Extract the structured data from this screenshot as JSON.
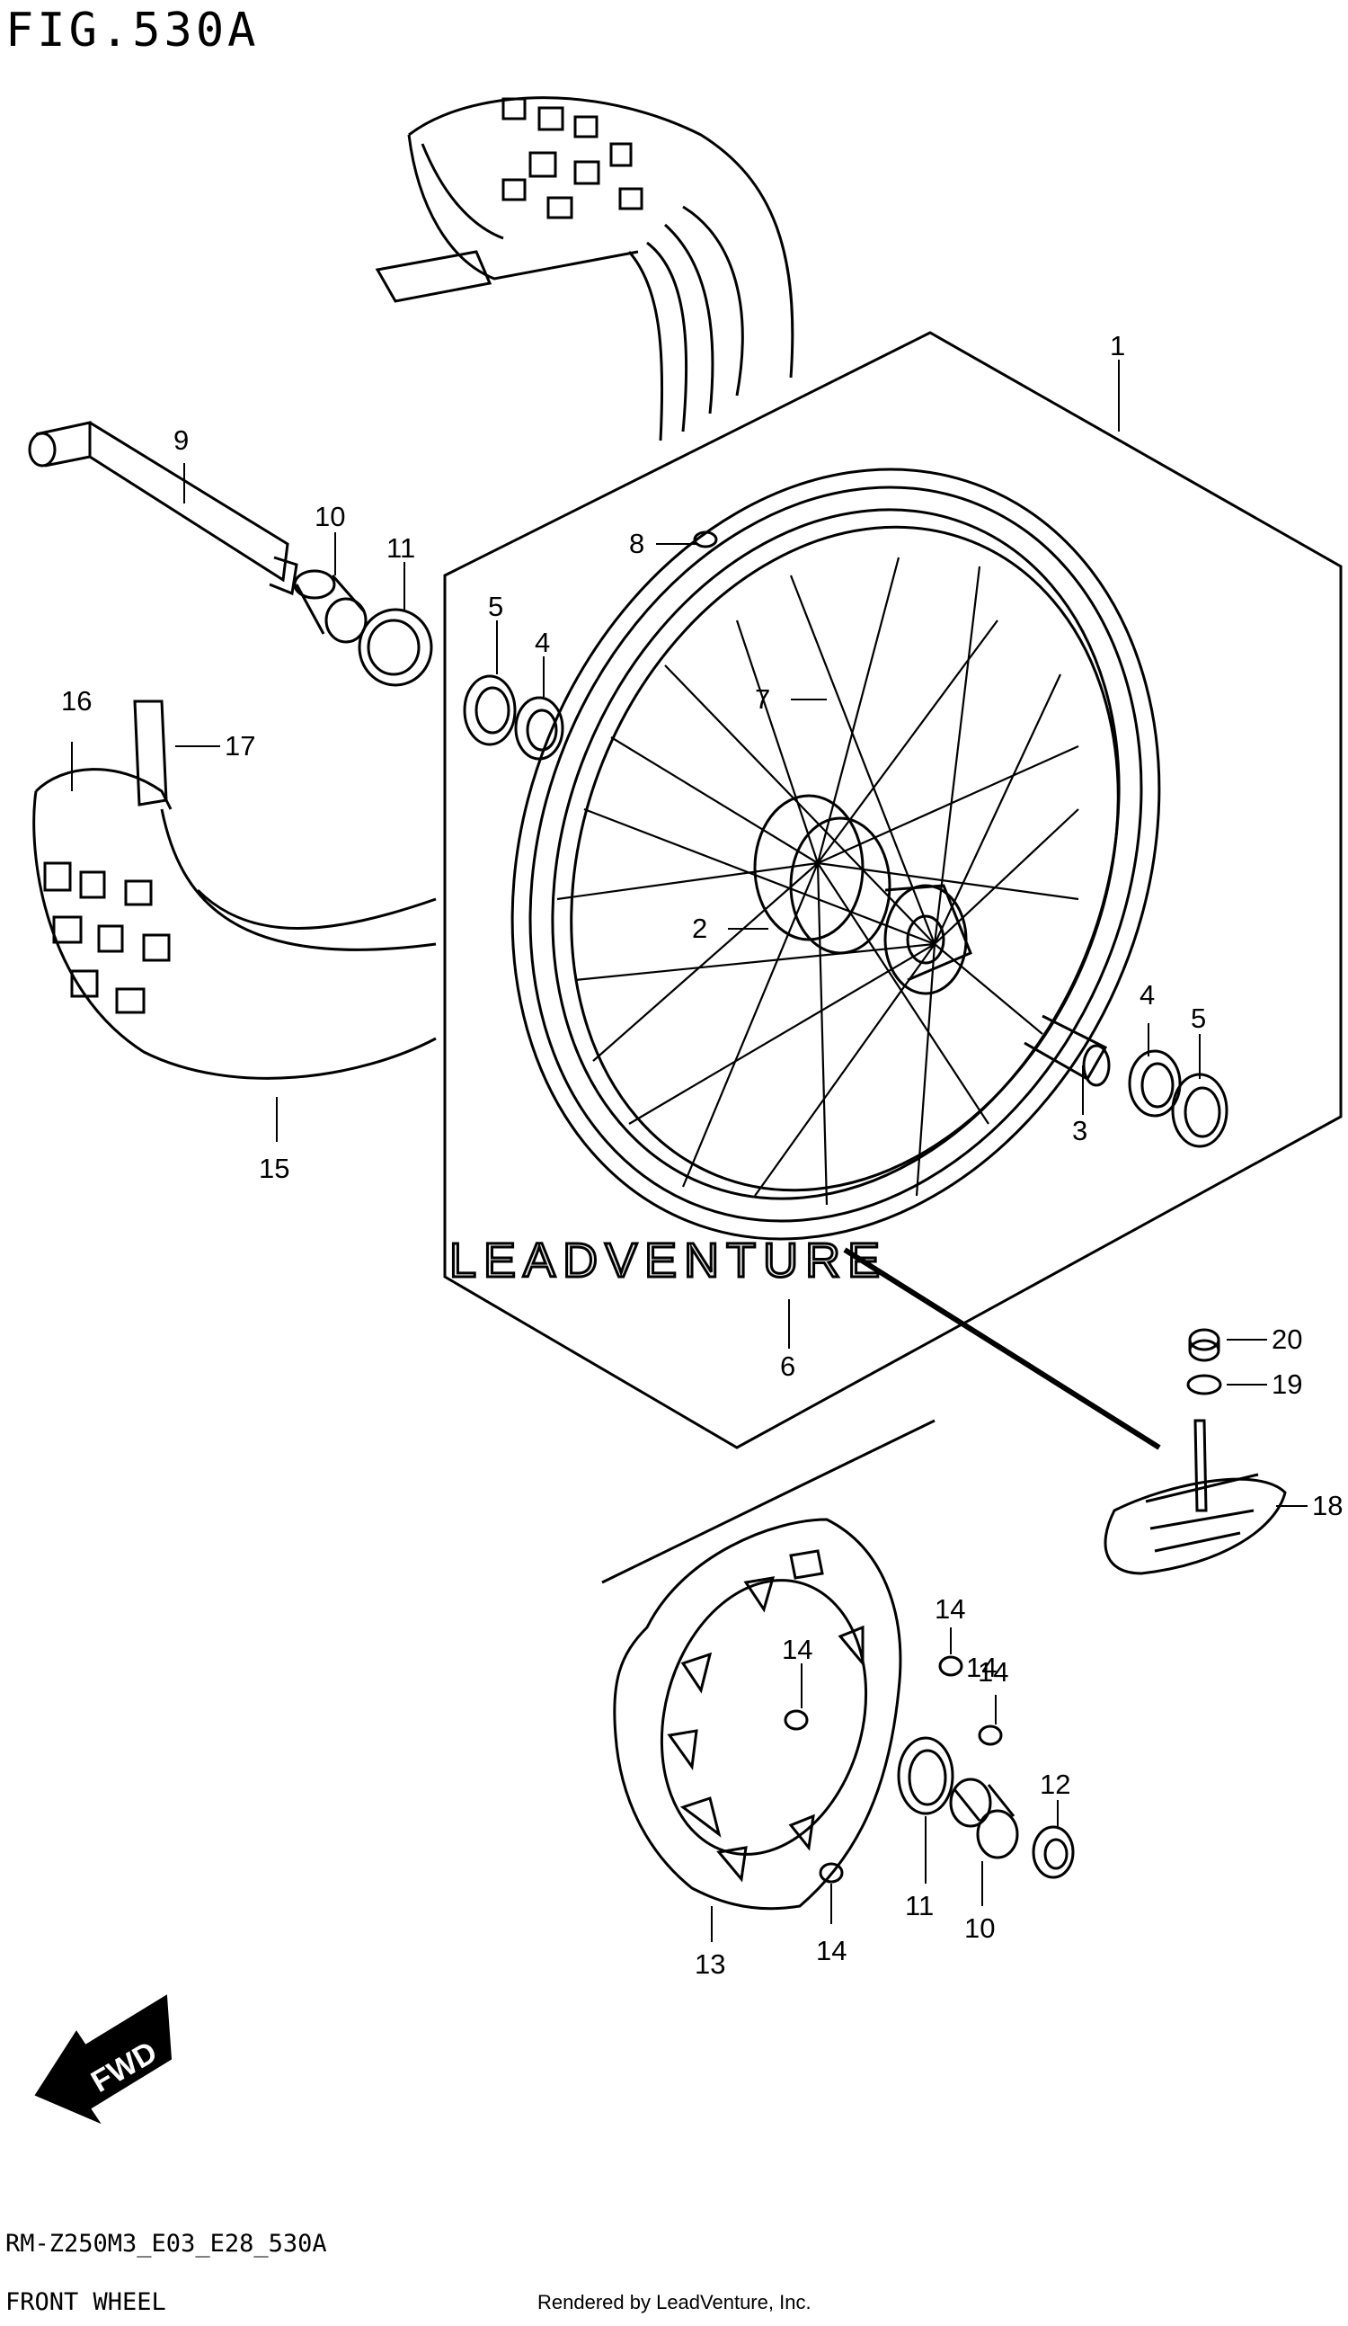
{
  "figure": {
    "title": "FIG.530A",
    "model_code": "RM-Z250M3_E03_E28_530A",
    "subtitle": "FRONT WHEEL",
    "rendered_by": "Rendered by LeadVenture, Inc.",
    "watermark": "LEADVENTURE"
  },
  "callouts": [
    "1",
    "2",
    "3",
    "4",
    "5",
    "4",
    "5",
    "6",
    "7",
    "8",
    "9",
    "10",
    "11",
    "16",
    "17",
    "15",
    "20",
    "19",
    "18",
    "14",
    "14",
    "14",
    "14",
    "14",
    "12",
    "11",
    "10",
    "13"
  ],
  "fwd_label": "FWD"
}
